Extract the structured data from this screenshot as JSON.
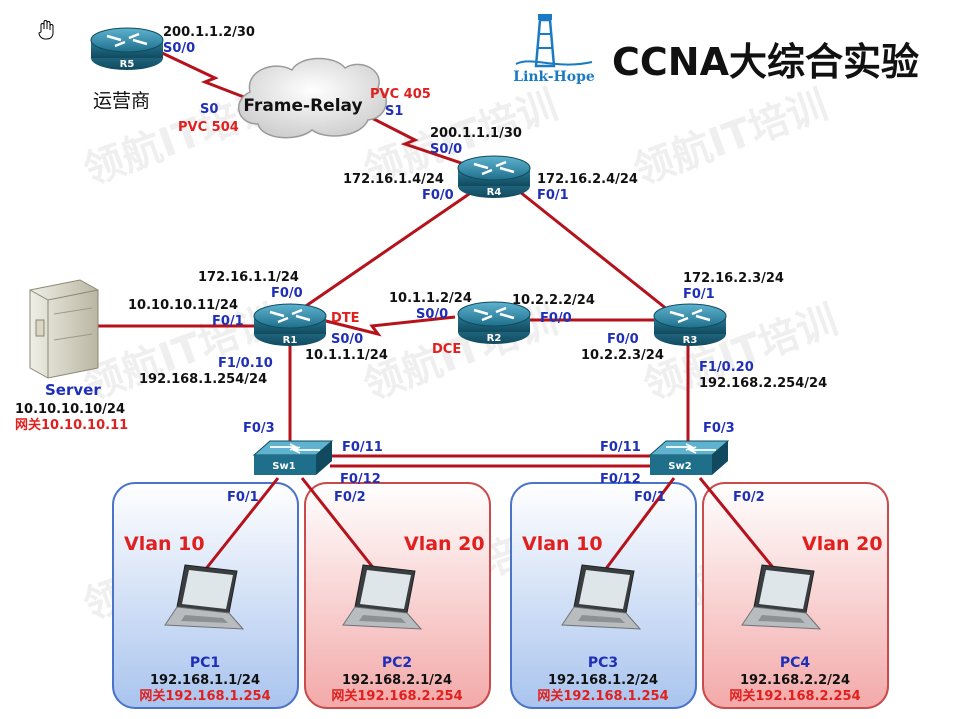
{
  "title": "CCNA大综合实验",
  "logo_text": "Link-Hope",
  "watermark": "领航IT培训",
  "isp_label": "运营商",
  "cloud_label": "Frame-Relay",
  "devices": {
    "r5": "R5",
    "r4": "R4",
    "r1": "R1",
    "r2": "R2",
    "r3": "R3",
    "sw1": "Sw1",
    "sw2": "Sw2"
  },
  "server": {
    "name": "Server",
    "ip": "10.10.10.10/24",
    "gateway": "网关10.10.10.11"
  },
  "labels": {
    "r5_ip": "200.1.1.2/30",
    "r5_if": "S0/0",
    "fr_s0": "S0",
    "fr_pvc504": "PVC 504",
    "fr_pvc405": "PVC 405",
    "fr_s1": "S1",
    "r4_ip": "200.1.1.1/30",
    "r4_s00": "S0/0",
    "r4_f00_ip": "172.16.1.4/24",
    "r4_f00": "F0/0",
    "r4_f01_ip": "172.16.2.4/24",
    "r4_f01": "F0/1",
    "r1_f00_ip": "172.16.1.1/24",
    "r1_f00": "F0/0",
    "r1_f01_ip": "10.10.10.11/24",
    "r1_f01": "F0/1",
    "r1_f1": "F1/0.10",
    "r1_f1_ip": "192.168.1.254/24",
    "r1_s00": "S0/0",
    "r1_s00_ip": "10.1.1.1/24",
    "dte": "DTE",
    "dce": "DCE",
    "r2_s00_ip": "10.1.1.2/24",
    "r2_s00": "S0/0",
    "r2_f00_ip": "10.2.2.2/24",
    "r2_f00": "F0/0",
    "r3_f00": "F0/0",
    "r3_f00_ip": "10.2.2.3/24",
    "r3_f01_ip": "172.16.2.3/24",
    "r3_f01": "F0/1",
    "r3_f1": "F1/0.20",
    "r3_f1_ip": "192.168.2.254/24",
    "sw1_f03": "F0/3",
    "sw1_f011": "F0/11",
    "sw1_f012": "F0/12",
    "sw1_f01": "F0/1",
    "sw1_f02": "F0/2",
    "sw2_f011": "F0/11",
    "sw2_f012": "F0/12",
    "sw2_f03": "F0/3",
    "sw2_f01": "F0/1",
    "sw2_f02": "F0/2"
  },
  "vlans": [
    {
      "label": "Vlan 10",
      "pc": "PC1",
      "ip": "192.168.1.1/24",
      "gateway": "网关192.168.1.254",
      "color": "#c4d6f5"
    },
    {
      "label": "Vlan 20",
      "pc": "PC2",
      "ip": "192.168.2.1/24",
      "gateway": "网关192.168.2.254",
      "color": "#f5c0c0"
    },
    {
      "label": "Vlan 10",
      "pc": "PC3",
      "ip": "192.168.1.2/24",
      "gateway": "网关192.168.1.254",
      "color": "#c4d6f5"
    },
    {
      "label": "Vlan 20",
      "pc": "PC4",
      "ip": "192.168.2.2/24",
      "gateway": "网关192.168.2.254",
      "color": "#f5c0c0"
    }
  ],
  "colors": {
    "link": "#b5121b",
    "interface_blue": "#1f2fb8",
    "pvc_red": "#e0201e",
    "vlan_label_red": "#e0201e",
    "router": "#1f6f8b",
    "logo_blue": "#1a7bc4"
  }
}
